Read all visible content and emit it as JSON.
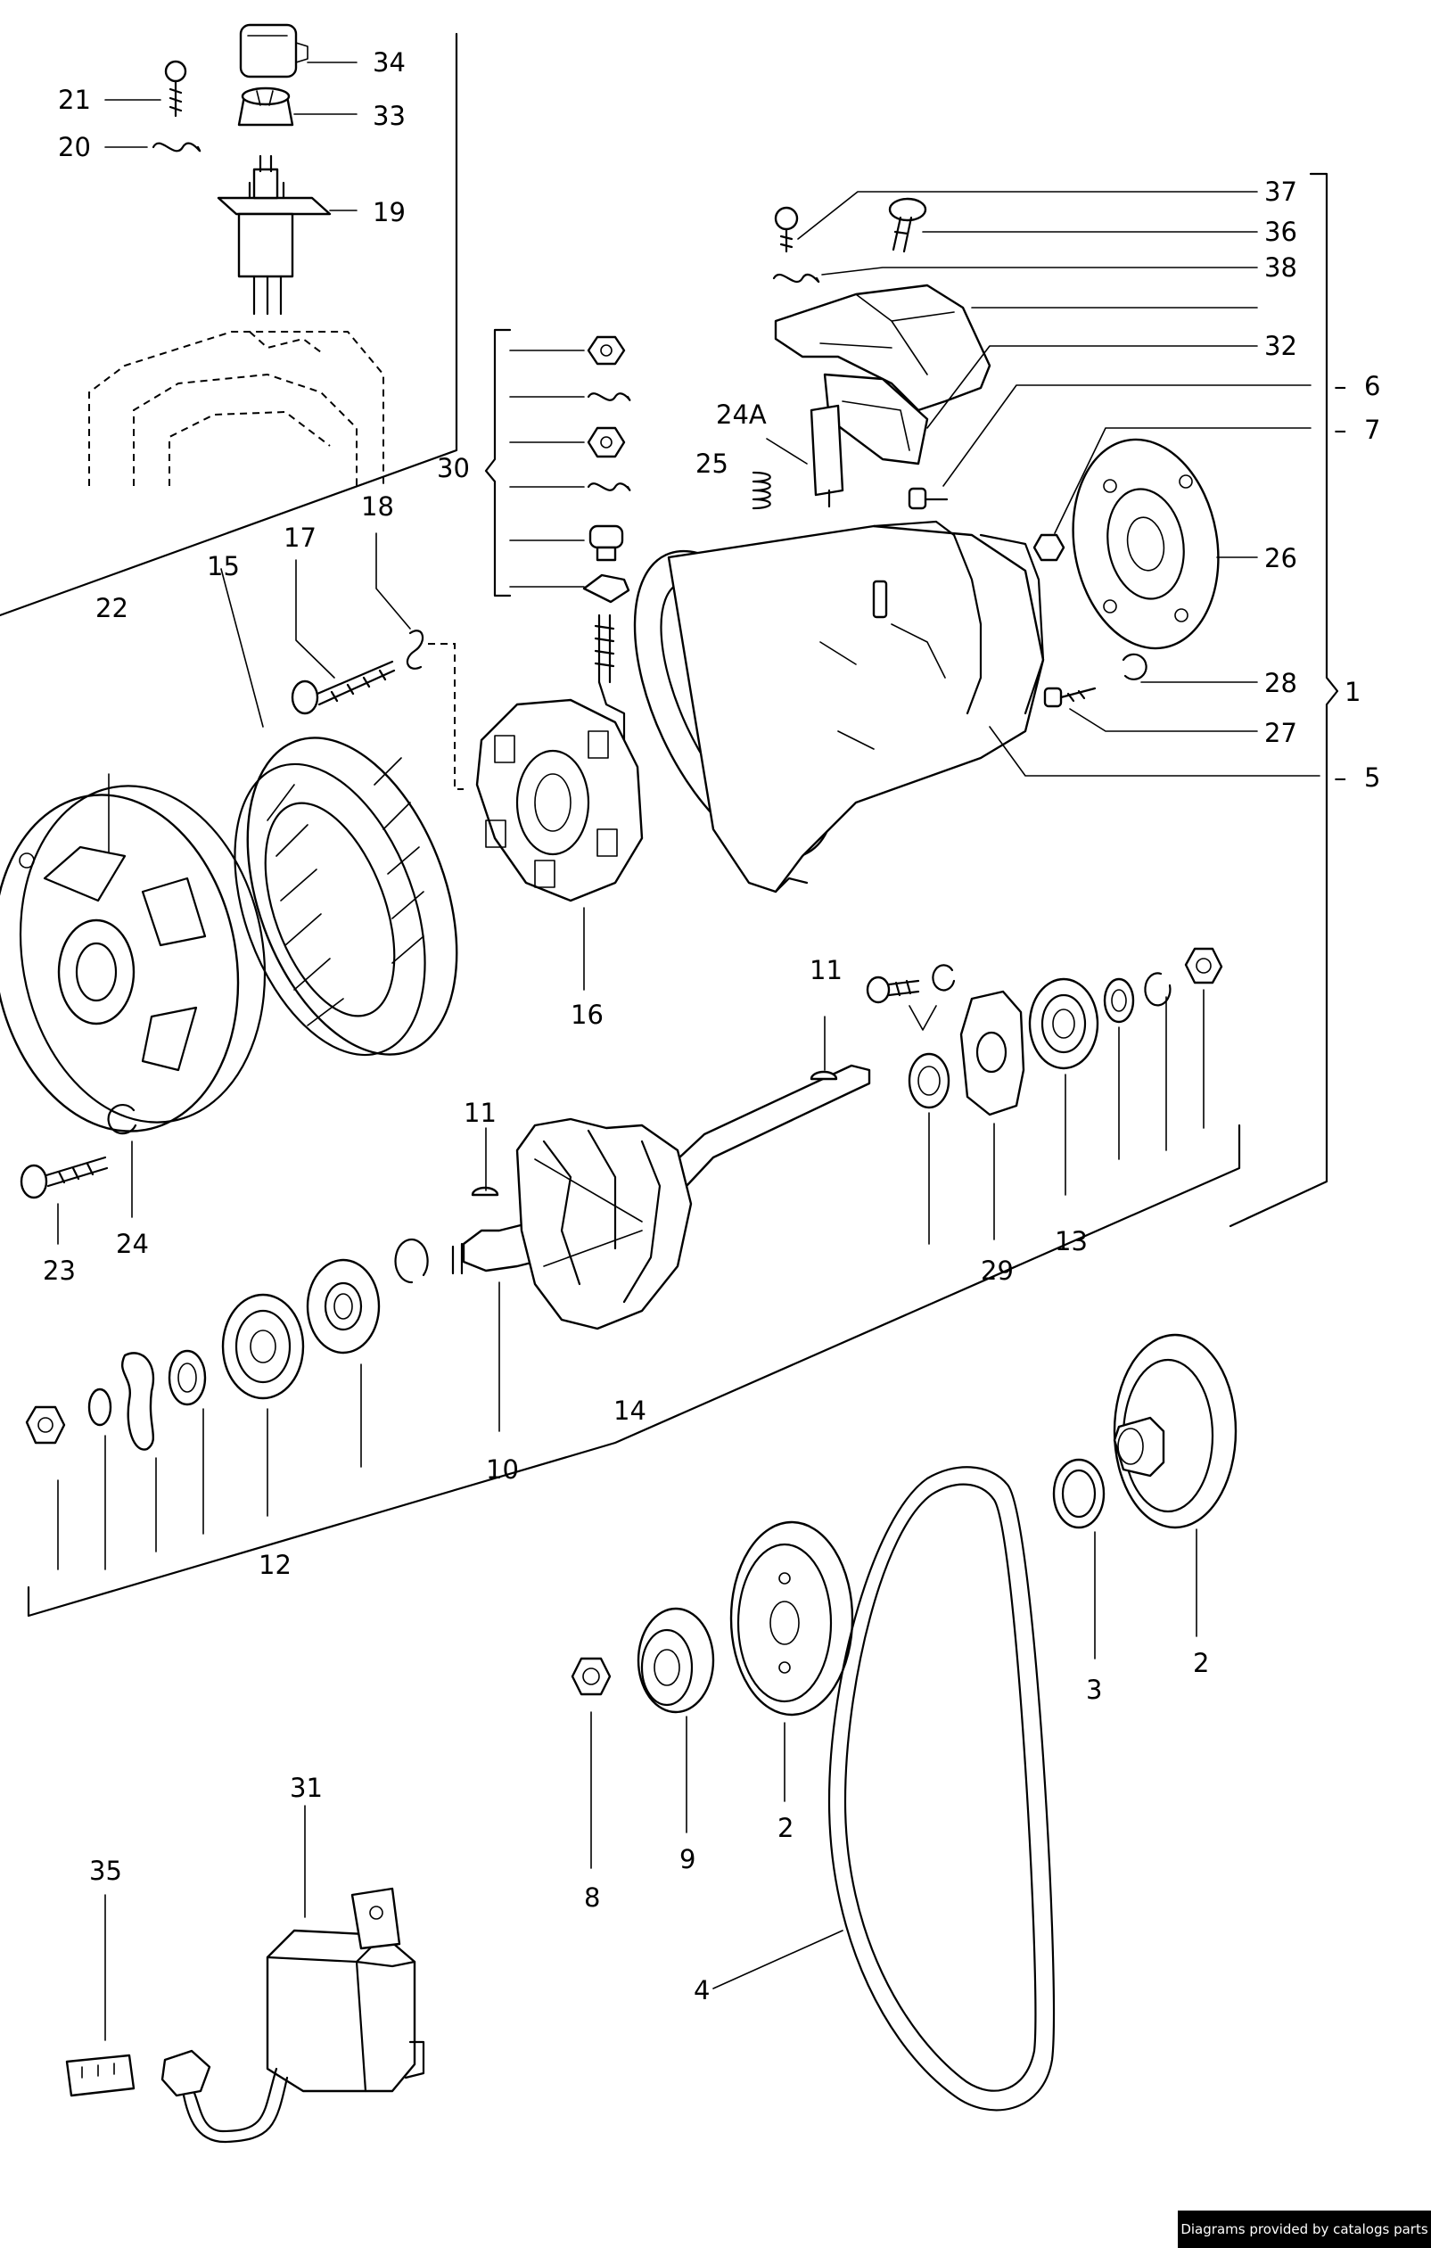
{
  "labels": {
    "l1": "1",
    "l2a": "2",
    "l2b": "2",
    "l3": "3",
    "l4": "4",
    "l5": "5",
    "l6": "6",
    "l7": "7",
    "l8": "8",
    "l9": "9",
    "l10": "10",
    "l11a": "11",
    "l11b": "11",
    "l12": "12",
    "l13": "13",
    "l14": "14",
    "l15": "15",
    "l16": "16",
    "l17": "17",
    "l18": "18",
    "l19": "19",
    "l20": "20",
    "l21": "21",
    "l22": "22",
    "l23": "23",
    "l24": "24",
    "l24a": "24A",
    "l25": "25",
    "l26": "26",
    "l27": "27",
    "l28": "28",
    "l29": "29",
    "l30": "30",
    "l31": "31",
    "l32": "32",
    "l33": "33",
    "l34": "34",
    "l35": "35",
    "l36": "36",
    "l37": "37",
    "l38": "38"
  },
  "dash_marks": {
    "d5": "–",
    "d6": "–",
    "d7": "–"
  },
  "footer": {
    "credit": "Diagrams provided by catalogs parts"
  }
}
